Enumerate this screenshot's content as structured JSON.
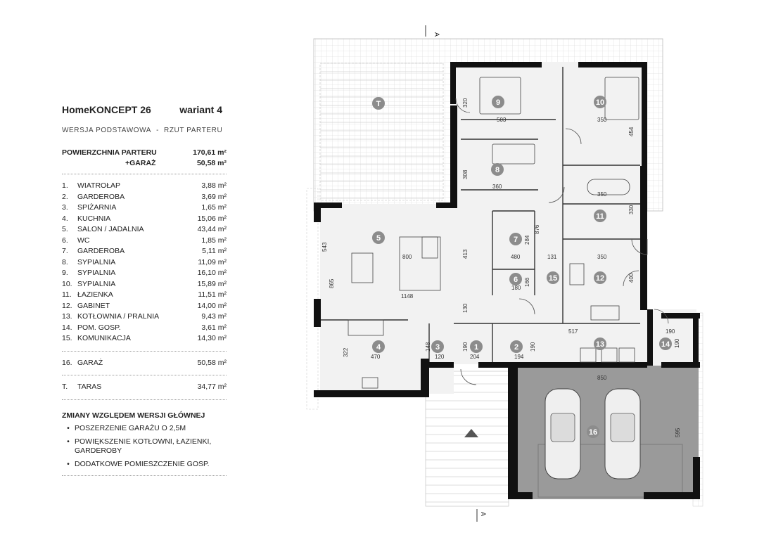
{
  "header": {
    "title": "HomeKONCEPT 26",
    "variant": "wariant 4",
    "subtitle_left": "WERSJA PODSTAWOWA",
    "subtitle_sep": "-",
    "subtitle_right": "RZUT PARTERU"
  },
  "areas": {
    "ground_label": "POWIERZCHNIA PARTERU",
    "ground_value": "170,61 m²",
    "garage_label": "+GARAŻ",
    "garage_value": "50,58 m²"
  },
  "rooms": [
    {
      "num": "1.",
      "name": "WIATROŁAP",
      "area": "3,88 m²"
    },
    {
      "num": "2.",
      "name": "GARDEROBA",
      "area": "3,69 m²"
    },
    {
      "num": "3.",
      "name": "SPIŻARNIA",
      "area": "1,65 m²"
    },
    {
      "num": "4.",
      "name": "KUCHNIA",
      "area": "15,06 m²"
    },
    {
      "num": "5.",
      "name": "SALON / JADALNIA",
      "area": "43,44 m²"
    },
    {
      "num": "6.",
      "name": "WC",
      "area": "1,85 m²"
    },
    {
      "num": "7.",
      "name": "GARDEROBA",
      "area": "5,11 m²"
    },
    {
      "num": "8.",
      "name": "SYPIALNIA",
      "area": "11,09 m²"
    },
    {
      "num": "9.",
      "name": "SYPIALNIA",
      "area": "16,10 m²"
    },
    {
      "num": "10.",
      "name": "SYPIALNIA",
      "area": "15,89 m²"
    },
    {
      "num": "11.",
      "name": "ŁAZIENKA",
      "area": "11,51 m²"
    },
    {
      "num": "12.",
      "name": "GABINET",
      "area": "14,00 m²"
    },
    {
      "num": "13.",
      "name": "KOTŁOWNIA / PRALNIA",
      "area": "9,43 m²"
    },
    {
      "num": "14.",
      "name": "POM. GOSP.",
      "area": "3,61 m²"
    },
    {
      "num": "15.",
      "name": "KOMUNIKACJA",
      "area": "14,30 m²"
    }
  ],
  "garage": {
    "num": "16.",
    "name": "GARAŻ",
    "area": "50,58 m²"
  },
  "terrace": {
    "num": "T.",
    "name": "TARAS",
    "area": "34,77 m²"
  },
  "changes": {
    "title": "ZMIANY WZGLĘDEM WERSJI GŁÓWNEJ",
    "bullet": "•",
    "items": [
      "POSZERZENIE GARAŻU O 2,5M",
      "POWIĘKSZENIE KOTŁOWNI, ŁAZIENKI, GARDEROBY",
      "DODATKOWE POMIESZCZENIE GOSP."
    ]
  },
  "plan": {
    "section_mark": "A",
    "room_markers": [
      "T",
      "1",
      "2",
      "3",
      "4",
      "5",
      "6",
      "7",
      "8",
      "9",
      "10",
      "11",
      "12",
      "13",
      "14",
      "15",
      "16"
    ],
    "dimensions": [
      "320",
      "503",
      "350",
      "454",
      "308",
      "360",
      "350",
      "330",
      "543",
      "413",
      "800",
      "876",
      "284",
      "480",
      "131",
      "350",
      "865",
      "1148",
      "166",
      "180",
      "400",
      "130",
      "517",
      "190",
      "190",
      "322",
      "470",
      "148",
      "120",
      "190",
      "204",
      "194",
      "190",
      "850",
      "595"
    ]
  },
  "colors": {
    "wall": "#111111",
    "floor": "#f2f2f2",
    "garage_floor": "#9a9a9a",
    "marker": "#8c8c8c",
    "terrace_grid": "#d6d6d6"
  }
}
